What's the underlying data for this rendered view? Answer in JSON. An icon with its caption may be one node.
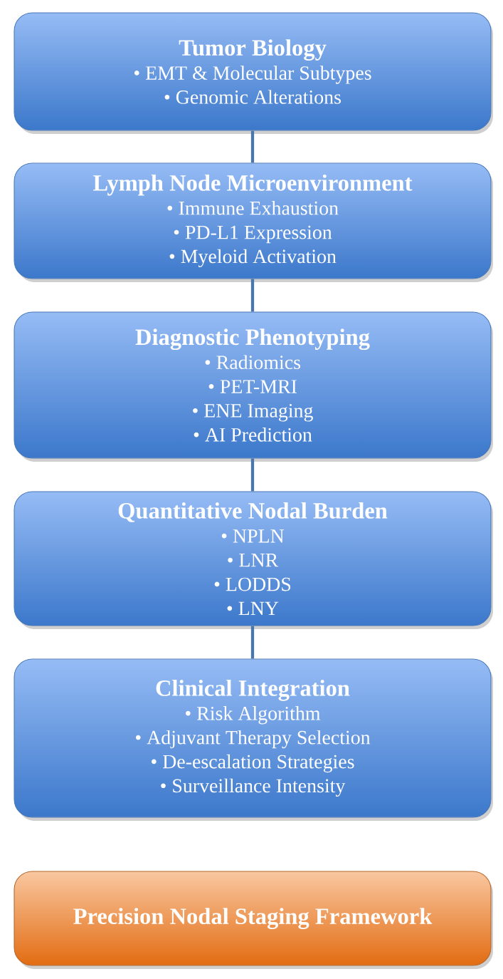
{
  "diagram": {
    "nodes": [
      {
        "text": [
          "Tumor Biology",
          "• EMT & Molecular Subtypes",
          "• Genomic Alterations"
        ]
      },
      {
        "text": [
          "Lymph Node Microenvironment",
          "• Immune Exhaustion",
          "• PD-L1 Expression",
          "• Myeloid Activation"
        ]
      },
      {
        "text": [
          "Diagnostic Phenotyping",
          "• Radiomics",
          "• PET-MRI",
          "• ENE Imaging",
          "• AI Prediction"
        ]
      },
      {
        "text": [
          "Quantitative Nodal Burden",
          "• NPLN",
          "• LNR",
          "• LODDS",
          "• LNY"
        ]
      },
      {
        "text": [
          "Clinical Integration",
          "• Risk Algorithm",
          "• Adjuvant Therapy Selection",
          "• De-escalation Strategies",
          "• Surveillance Intensity"
        ]
      },
      {
        "text": [
          "Precision Nodal Staging Framework"
        ]
      }
    ],
    "edges": [
      {
        "from": 0,
        "to": 1,
        "arrow": "none"
      },
      {
        "from": 1,
        "to": 2,
        "arrow": "none"
      },
      {
        "from": 2,
        "to": 3,
        "arrow": "none"
      },
      {
        "from": 3,
        "to": 4,
        "arrow": "none"
      }
    ]
  }
}
